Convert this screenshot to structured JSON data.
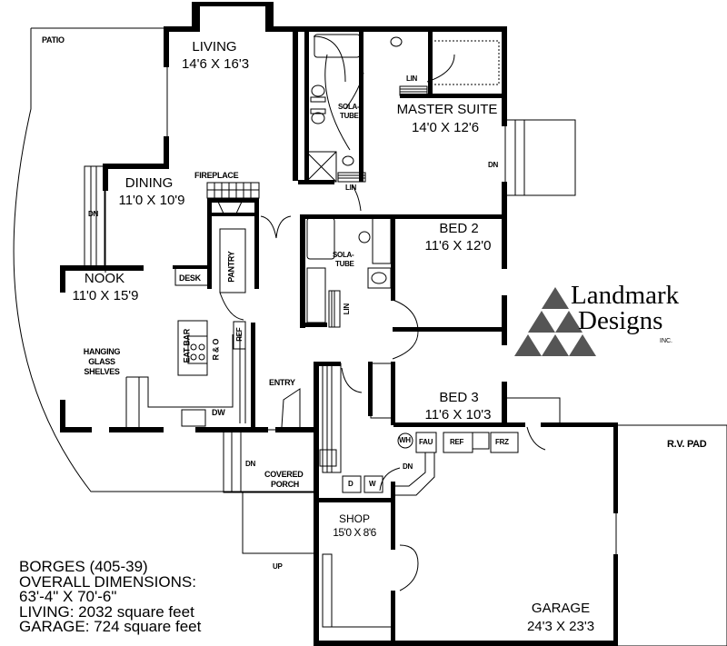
{
  "plan": {
    "title": "BORGES (405-39)",
    "info_lines": [
      "BORGES (405-39)",
      "OVERALL DIMENSIONS:",
      "63'-4\" X 70'-6\"",
      "LIVING: 2032 square feet",
      "GARAGE: 724 square feet"
    ],
    "overall_dimensions": "63'-4\" X 70'-6\"",
    "living_sqft": "2032 square feet",
    "garage_sqft": "724 square feet"
  },
  "logo": {
    "line1": "Landmark",
    "line2": "Designs",
    "suffix": "INC.",
    "icon": "triangle-pyramid-logo-icon"
  },
  "rooms": {
    "living": {
      "name": "LIVING",
      "dims": "14'6 X 16'3"
    },
    "dining": {
      "name": "DINING",
      "dims": "11'0 X 10'9"
    },
    "nook": {
      "name": "NOOK",
      "dims": "11'0 X 15'9"
    },
    "master": {
      "name": "MASTER SUITE",
      "dims": "14'0 X 12'6"
    },
    "bed2": {
      "name": "BED 2",
      "dims": "11'6 X 12'0"
    },
    "bed3": {
      "name": "BED 3",
      "dims": "11'6 X 10'3"
    },
    "shop": {
      "name": "SHOP",
      "dims": "15'0 X 8'6"
    },
    "garage": {
      "name": "GARAGE",
      "dims": "24'3 X 23'3"
    }
  },
  "labels": {
    "patio": "PATIO",
    "fireplace": "FIREPLACE",
    "pantry": "PANTRY",
    "desk": "DESK",
    "eat_bar": "EAT BAR",
    "r_and_o": "R & O",
    "ref_kitchen": "REF",
    "hanging_1": "HANGING",
    "hanging_2": "GLASS",
    "hanging_3": "SHELVES",
    "dw": "DW",
    "entry": "ENTRY",
    "covered_1": "COVERED",
    "covered_2": "PORCH",
    "solatube_master_1": "SOLA-",
    "solatube_master_2": "TUBE",
    "solatube_hall_1": "SOLA-",
    "solatube_hall_2": "TUBE",
    "lin_master": "LIN",
    "lin_bath": "LIN",
    "lin_hall": "LIN",
    "dn_dining": "DN",
    "dn_master": "DN",
    "dn_porch": "DN",
    "dn_garage": "DN",
    "up_porch": "UP",
    "wh": "WH",
    "fau": "FAU",
    "ref_garage": "REF",
    "frz": "FRZ",
    "dryer": "D",
    "washer": "W",
    "rv_pad": "R.V. PAD"
  }
}
